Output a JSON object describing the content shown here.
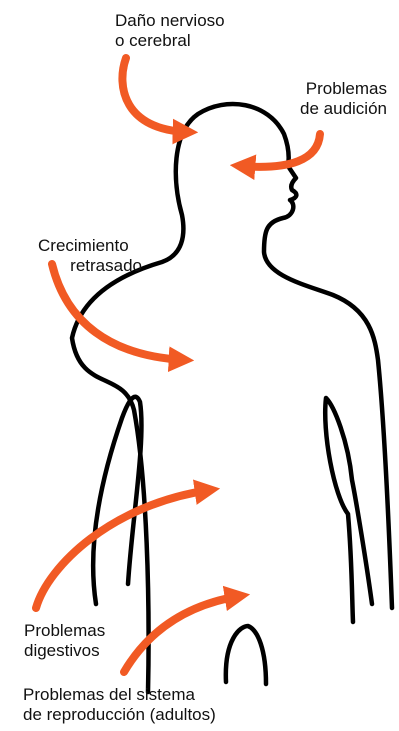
{
  "labels": {
    "nerve": {
      "line1": "Daño nervioso",
      "line2": "o cerebral"
    },
    "hearing": {
      "line1": "Problemas",
      "line2": "de audición"
    },
    "growth": {
      "line1": "Crecimiento",
      "line2": "retrasado"
    },
    "digestive": {
      "line1": "Problemas",
      "line2": "digestivos"
    },
    "reproductive": {
      "line1": "Problemas del sistema",
      "line2": "de reproducción (adultos)"
    }
  },
  "colors": {
    "arrow": "#f15a24",
    "outline": "#000000",
    "text": "#111111"
  }
}
